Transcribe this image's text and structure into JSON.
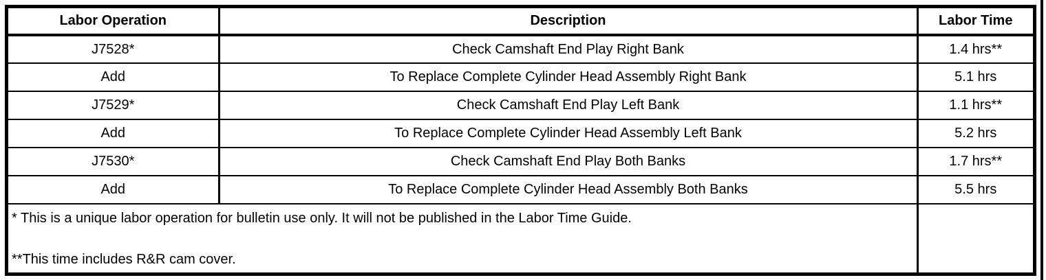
{
  "table": {
    "columns": [
      "Labor Operation",
      "Description",
      "Labor Time"
    ],
    "rows": [
      {
        "operation": "J7528*",
        "description": "Check Camshaft End Play Right Bank",
        "labor_time": "1.4 hrs**"
      },
      {
        "operation": "Add",
        "description": "To Replace Complete Cylinder Head Assembly Right Bank",
        "labor_time": "5.1 hrs"
      },
      {
        "operation": "J7529*",
        "description": "Check Camshaft End Play Left Bank",
        "labor_time": "1.1 hrs**"
      },
      {
        "operation": "Add",
        "description": "To Replace Complete Cylinder Head Assembly Left Bank",
        "labor_time": "5.2 hrs"
      },
      {
        "operation": "J7530*",
        "description": "Check Camshaft End Play Both Banks",
        "labor_time": "1.7 hrs**"
      },
      {
        "operation": "Add",
        "description": "To Replace Complete Cylinder Head Assembly Both Banks",
        "labor_time": "5.5 hrs"
      }
    ],
    "footnotes": [
      "* This is a unique labor operation for bulletin use only. It will not be published in the Labor Time Guide.",
      "**This time includes R&R cam cover."
    ]
  },
  "colors": {
    "border": "#000000",
    "background": "#ffffff",
    "text": "#000000"
  }
}
